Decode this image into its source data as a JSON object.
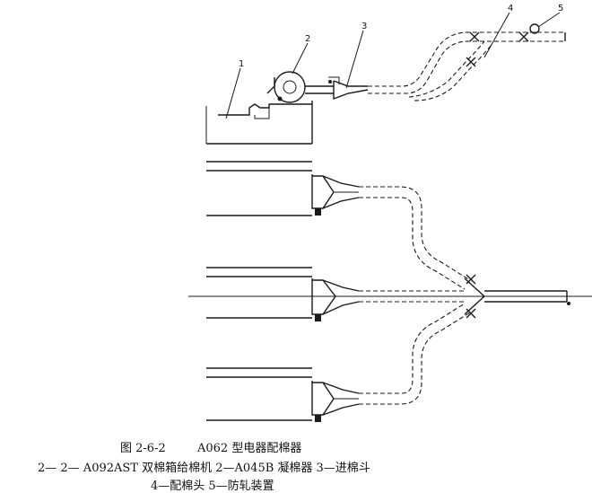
{
  "labels": {
    "l1": "1",
    "l2": "2",
    "l3": "3",
    "l4": "4",
    "l5": "5"
  },
  "caption": {
    "figure_number": "图 2-6-2",
    "figure_title": "A062 型电器配棉器",
    "legend_line_1": "2— 2—  A092AST 双棉箱给棉机    2—A045B 凝棉器    3—进棉斗",
    "legend_line_2": "4—配棉头      5—防轧装置"
  }
}
